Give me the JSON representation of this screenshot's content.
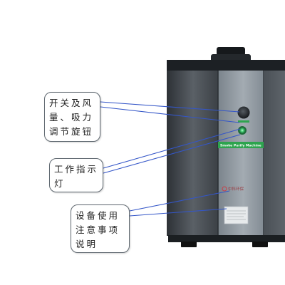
{
  "callouts": [
    {
      "lines": [
        "开关及风",
        "量、吸力",
        "调节旋钮"
      ]
    },
    {
      "lines": [
        "工作指示",
        "灯"
      ]
    },
    {
      "lines": [
        "设备使用",
        "注意事项",
        "说明"
      ]
    }
  ],
  "device": {
    "panel_label": "Smoke Purify Machine",
    "brand_label": "中科环保"
  },
  "colors": {
    "body": "#4f555b",
    "body_dark": "#32373c",
    "top_cap": "#1c2024",
    "front_panel": "#8e979f",
    "accent_green": "#2da44e",
    "callout_border": "#5f6870",
    "leader_line": "#3456c8"
  }
}
